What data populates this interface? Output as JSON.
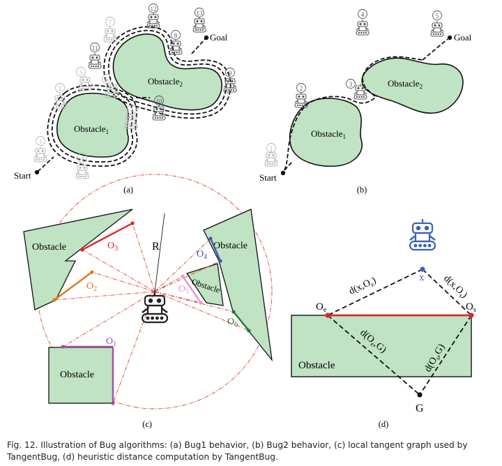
{
  "panels": {
    "a": {
      "label": "(a)",
      "obstacle1_name": "Obstacle",
      "obstacle1_sub": "1",
      "obstacle2_name": "Obstacle",
      "obstacle2_sub": "2",
      "start": "Start",
      "goal": "Goal",
      "robots": [
        "1",
        "2",
        "3",
        "4",
        "5",
        "6",
        "7",
        "8",
        "9",
        "10",
        "11",
        "12",
        "13"
      ]
    },
    "b": {
      "label": "(b)",
      "obstacle1_name": "Obstacle",
      "obstacle1_sub": "1",
      "obstacle2_name": "Obstacle",
      "obstacle2_sub": "2",
      "start": "Start",
      "goal": "Goal",
      "robots": [
        "1",
        "2",
        "3",
        "4",
        "5"
      ]
    },
    "c": {
      "label": "(c)",
      "obstacle_names": [
        "Obstacle",
        "Obstacle",
        "Obstacle",
        "Obstacle"
      ],
      "range_label": "R",
      "tangents": [
        {
          "name": "O",
          "sub": "1",
          "color": "#a64ca6"
        },
        {
          "name": "O",
          "sub": "2",
          "color": "#e8731f"
        },
        {
          "name": "O",
          "sub": "3",
          "color": "#e02525"
        },
        {
          "name": "O",
          "sub": "4",
          "color": "#4a55b5"
        },
        {
          "name": "O",
          "sub": "5",
          "color": "#e59ad8"
        },
        {
          "name": "O",
          "sub": "6",
          "color": "#1f7a2f"
        }
      ]
    },
    "d": {
      "label": "(d)",
      "obstacle_name": "Obstacle",
      "point_x": "x",
      "point_g": "G",
      "point_oe": "O",
      "point_oe_sub": "e",
      "point_os": "O",
      "point_os_sub": "s",
      "dist_x_oe": "d(x,O",
      "dist_x_oe_sub": "e",
      "dist_x_os": "d(x,O",
      "dist_x_os_sub": "s",
      "dist_oe_g": "d(O",
      "dist_oe_g_sub": "e",
      "dist_os_g": "d(O",
      "dist_os_g_sub": "s",
      "dist_g_suffix": ",G)",
      "close_paren": ")"
    }
  },
  "caption": "Fig. 12.  Illustration of Bug algorithms: (a) Bug1 behavior, (b) Bug2 behavior, (c) local tangent graph used by TangentBug, (d) heuristic distance computation by TangentBug.",
  "colors": {
    "obstacle_fill": "#bfe3c3",
    "robot_faded": "#b5b5b5",
    "robot_blue": "#3b62b5",
    "dash_red": "#e03b2b",
    "path": "#111111"
  }
}
